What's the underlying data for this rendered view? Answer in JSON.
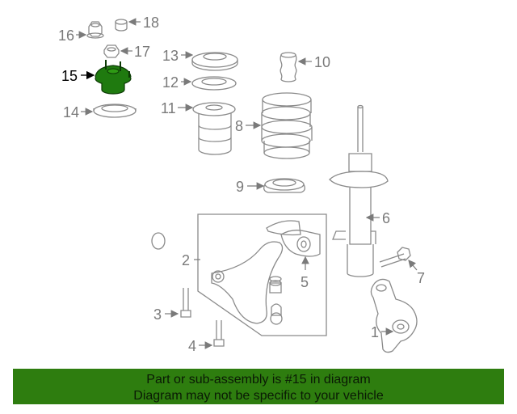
{
  "diagram": {
    "callouts": {
      "c1": "1",
      "c2": "2",
      "c3": "3",
      "c4": "4",
      "c5": "5",
      "c6": "6",
      "c7": "7",
      "c8": "8",
      "c9": "9",
      "c10": "10",
      "c11": "11",
      "c12": "12",
      "c13": "13",
      "c14": "14",
      "c15": "15",
      "c16": "16",
      "c17": "17",
      "c18": "18"
    },
    "highlighted_part": "15",
    "colors": {
      "line": "#8a8a8a",
      "callout": "#7a7a7a",
      "highlight": "#1f7a0f",
      "highlight_dark": "#0c3a05",
      "active_label": "#000000"
    }
  },
  "banner": {
    "line1": "Part or sub-assembly is #15 in diagram",
    "line2": "Diagram may not be specific to your vehicle",
    "background": "#2e7d0f"
  }
}
